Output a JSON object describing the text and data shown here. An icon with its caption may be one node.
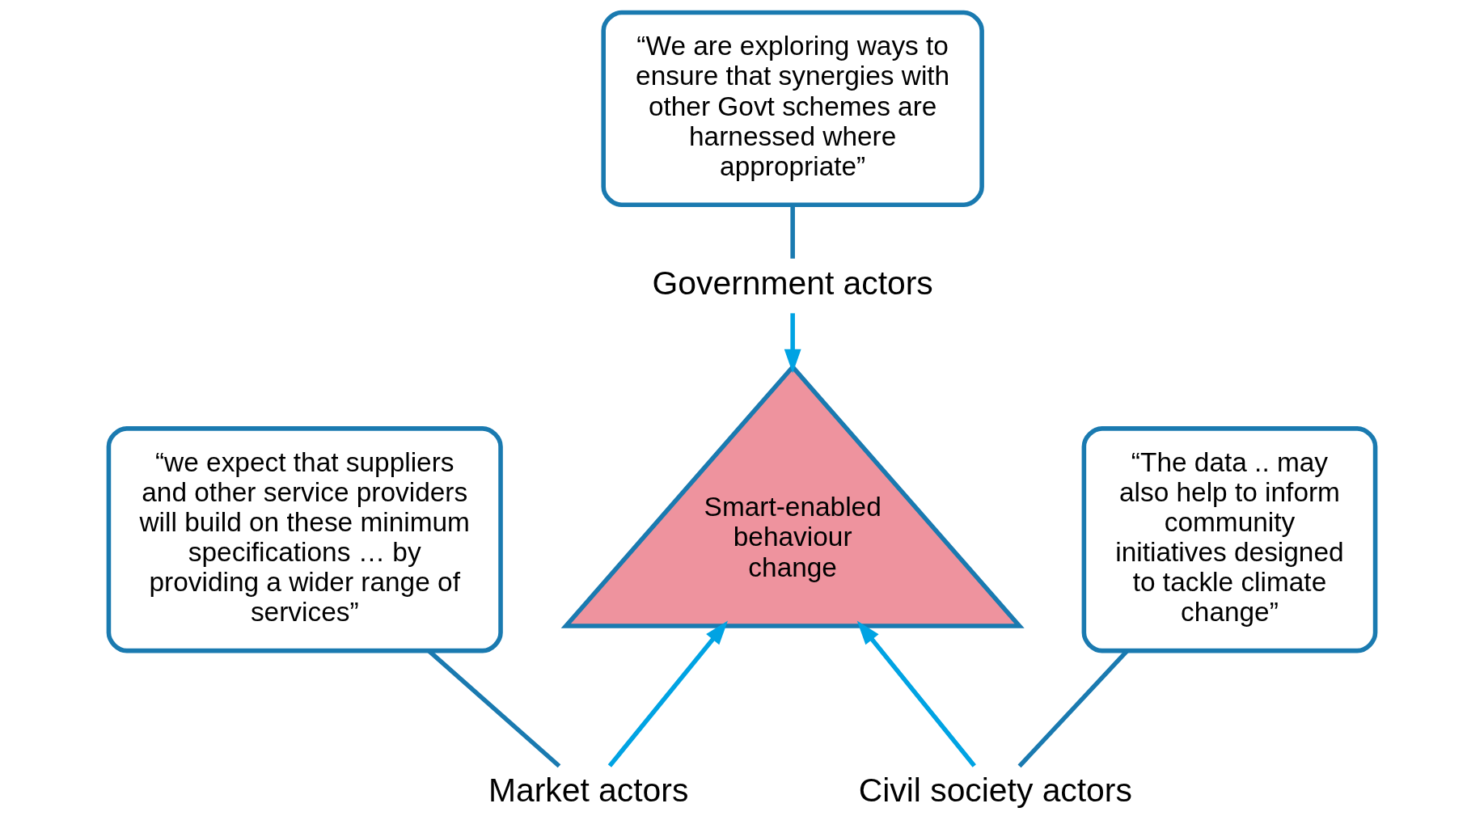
{
  "diagram": {
    "nodes": [
      {
        "text": [
          "Government actors"
        ]
      },
      {
        "text": [
          "Market actors"
        ]
      },
      {
        "text": [
          "Civil society actors"
        ]
      },
      {
        "text": [
          "Smart-enabled behaviour change"
        ]
      },
      {
        "text": [
          "“We are exploring ways to ensure that synergies with other Govt schemes are harnessed where appropriate”"
        ]
      },
      {
        "text": [
          "“we expect that suppliers and other service providers will build on these minimum specifications … by providing a wider range of services”"
        ]
      },
      {
        "text": [
          "“The data .. may also help to inform community initiatives designed to tackle climate change”"
        ]
      }
    ],
    "edges": [
      {
        "from": 0,
        "to": 3,
        "arrow": "to",
        "color": "#00a3e3"
      },
      {
        "from": 1,
        "to": 3,
        "arrow": "to",
        "color": "#00a3e3"
      },
      {
        "from": 2,
        "to": 3,
        "arrow": "to",
        "color": "#00a3e3"
      },
      {
        "from": 4,
        "to": 0,
        "arrow": "none",
        "color": "#1a7ab0"
      },
      {
        "from": 5,
        "to": 1,
        "arrow": "none",
        "color": "#1a7ab0"
      },
      {
        "from": 6,
        "to": 2,
        "arrow": "none",
        "color": "#1a7ab0"
      }
    ]
  }
}
